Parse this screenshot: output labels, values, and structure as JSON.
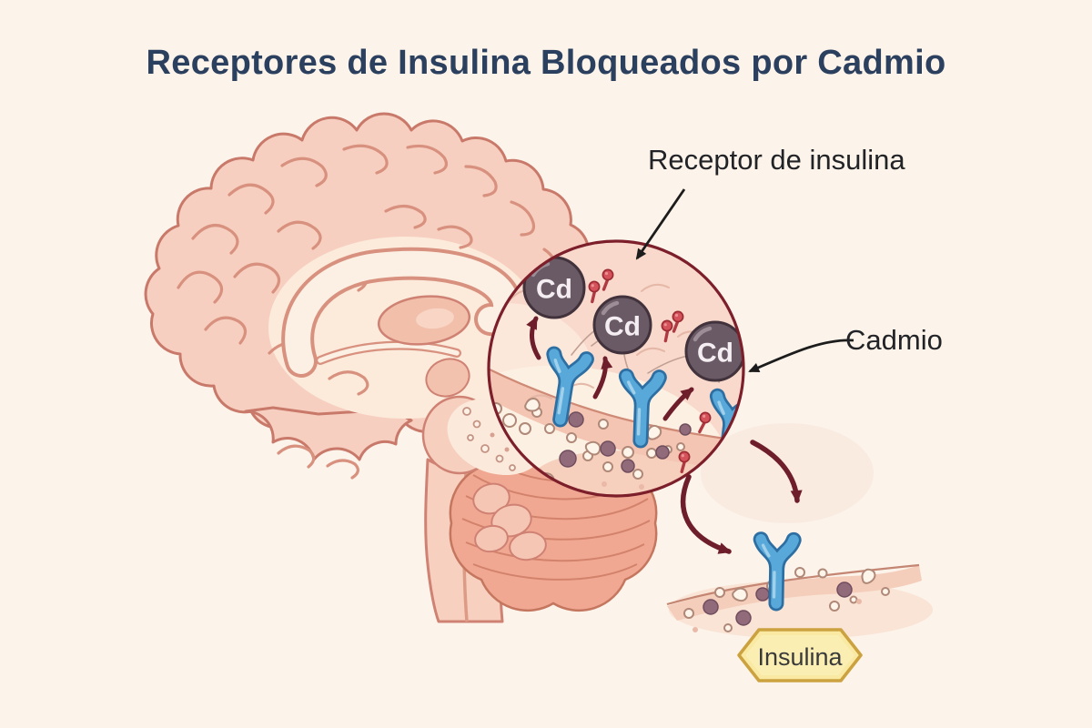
{
  "title": "Receptores de Insulina Bloqueados por Cadmio",
  "annotations": {
    "receptor_label": "Receptor de insulina",
    "cadmio_label": "Cadmio"
  },
  "badge": {
    "label": "Insulina"
  },
  "cadmium_particles": [
    {
      "symbol": "Cd"
    },
    {
      "symbol": "Cd"
    },
    {
      "symbol": "Cd"
    }
  ],
  "colors": {
    "background": "#fcf3ea",
    "title_text": "#2b3f5e",
    "label_text": "#222326",
    "cadmium_fill": "#6a5a65",
    "cadmium_border": "#41323c",
    "receptor_blue": "#58a8d9",
    "receptor_outline": "#2d6fa2",
    "arrow_maroon": "#6e1d2a",
    "lens_border": "#7c1f2b",
    "insulin_pin_red": "#d4525a",
    "badge_fill": "#f9e9a2",
    "badge_border": "#cba23f",
    "brain_pink": "#f7cfc0",
    "brain_outline": "#c8796a"
  }
}
